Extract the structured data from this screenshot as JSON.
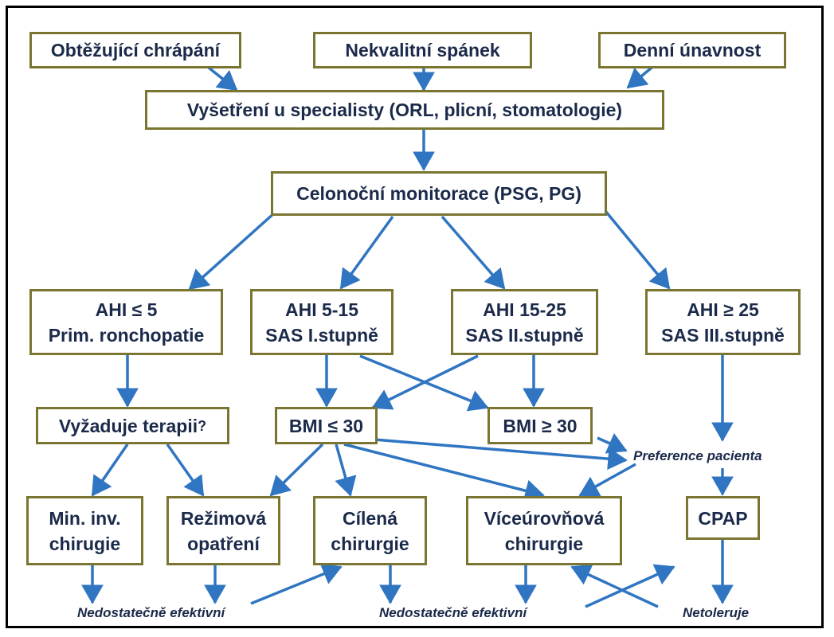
{
  "nodes": {
    "obtezujici_chrapani": "Obtěžující chrápání",
    "nekvalitni_spanek": "Nekvalitní spánek",
    "denni_unavnost": "Denní únavnost",
    "vysetreni": "Vyšetření u specialisty (ORL, plicní, stomatologie)",
    "celonocni": "Celonoční monitorace (PSG, PG)",
    "ahi5": {
      "line1": "AHI ≤ 5",
      "line2": "Prim. ronchopatie"
    },
    "ahi515": {
      "line1": "AHI 5-15",
      "line2": "SAS I.stupně"
    },
    "ahi1525": {
      "line1": "AHI 15-25",
      "line2": "SAS II.stupně"
    },
    "ahi25": {
      "line1": "AHI ≥ 25",
      "line2": "SAS III.stupně"
    },
    "vyzaduje": "Vyžaduje terapii",
    "vyzaduje_q": "?",
    "bmi_le": "BMI ≤ 30",
    "bmi_ge": "BMI ≥ 30",
    "min_inv": {
      "line1": "Min. inv.",
      "line2": "chirugie"
    },
    "rezimova": {
      "line1": "Režimová",
      "line2": "opatření"
    },
    "cilena": {
      "line1": "Cílená",
      "line2": "chirurgie"
    },
    "viceurovnova": {
      "line1": "Víceúrovňová",
      "line2": "chirurgie"
    },
    "cpap": "CPAP"
  },
  "notes": {
    "preference": "Preference pacienta",
    "nedostatecne_1": "Nedostatečně efektivní",
    "nedostatecne_2": "Nedostatečně efektivní",
    "netoleruje": "Netoleruje"
  },
  "colors": {
    "box_border": "#7a7530",
    "text": "#1b2a4a",
    "arrow": "#2f75c2"
  }
}
